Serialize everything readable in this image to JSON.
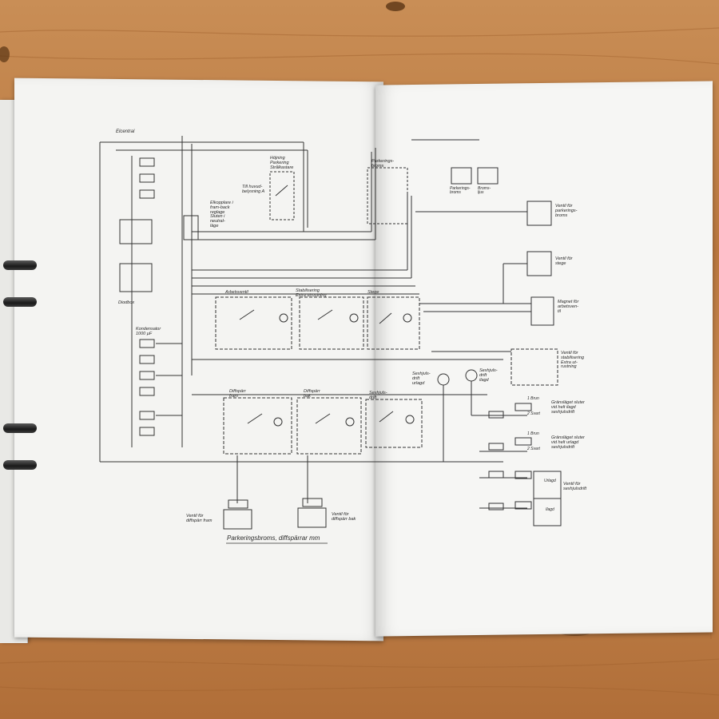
{
  "diagram": {
    "caption": "Parkeringsbroms, diffspärrar mm",
    "labels": {
      "elcentral": "Elcentral",
      "hojning": "Höjning\nParkering\nStrålkastare",
      "till_huvud": "Till huvud-\nbelysning A",
      "elkopplare": "Elkopplare i\nfram-back\nreglage\nSluten i\nneutral-\nläge",
      "kondensator": "Kondensator\n1000 µF",
      "diodbox": "Diodbox",
      "arbetsventil": "Arbetsventil",
      "stabilisering": "Stabilisering\nExtra utrustning",
      "stege": "Stege",
      "parkeringsbroms_top": "Parkerings-\nbroms",
      "parkeringsbroms_sw": "Parkerings-\nbroms",
      "bromsljus": "Broms-\nljus",
      "ventil_parkering": "Ventil för\nparkerings-\nbroms",
      "ventil_stege": "Ventil för\nstege",
      "magnet_arbetsventil": "Magnet för\narbetsven-\ntil",
      "ventil_stabilisering": "Ventil för\nstabilisering\nExtra ut-\nrustning",
      "sexhjul_urlagd": "Sexhjuls-\ndrift\nurlagd",
      "sexhjul_ilagd": "Sexhjuls-\ndrift\nilagd",
      "granslage_1": "Gränsläget sluter\nvid helt ilagd\nsexhjulsdrift",
      "granslage_2": "Gränsläget sluter\nvid helt urlagd\nsexhjulsdrift",
      "ventil_sexhjul": "Ventil för\nsexhjulsdrift",
      "urlagd": "Urlagd",
      "ilagd": "Ilagd",
      "diffsparr_fram": "Diffspärr\nfram",
      "diffsparr_bak": "Diffspärr\nbak",
      "sexhjul_sw": "Sexhjuls-\ndrift",
      "ventil_diff_fram": "Ventil för\ndiffspärr fram",
      "ventil_diff_bak": "Ventil för\ndiffspärr bak",
      "brun": "1 Brun",
      "svart": "2 Svart"
    }
  }
}
